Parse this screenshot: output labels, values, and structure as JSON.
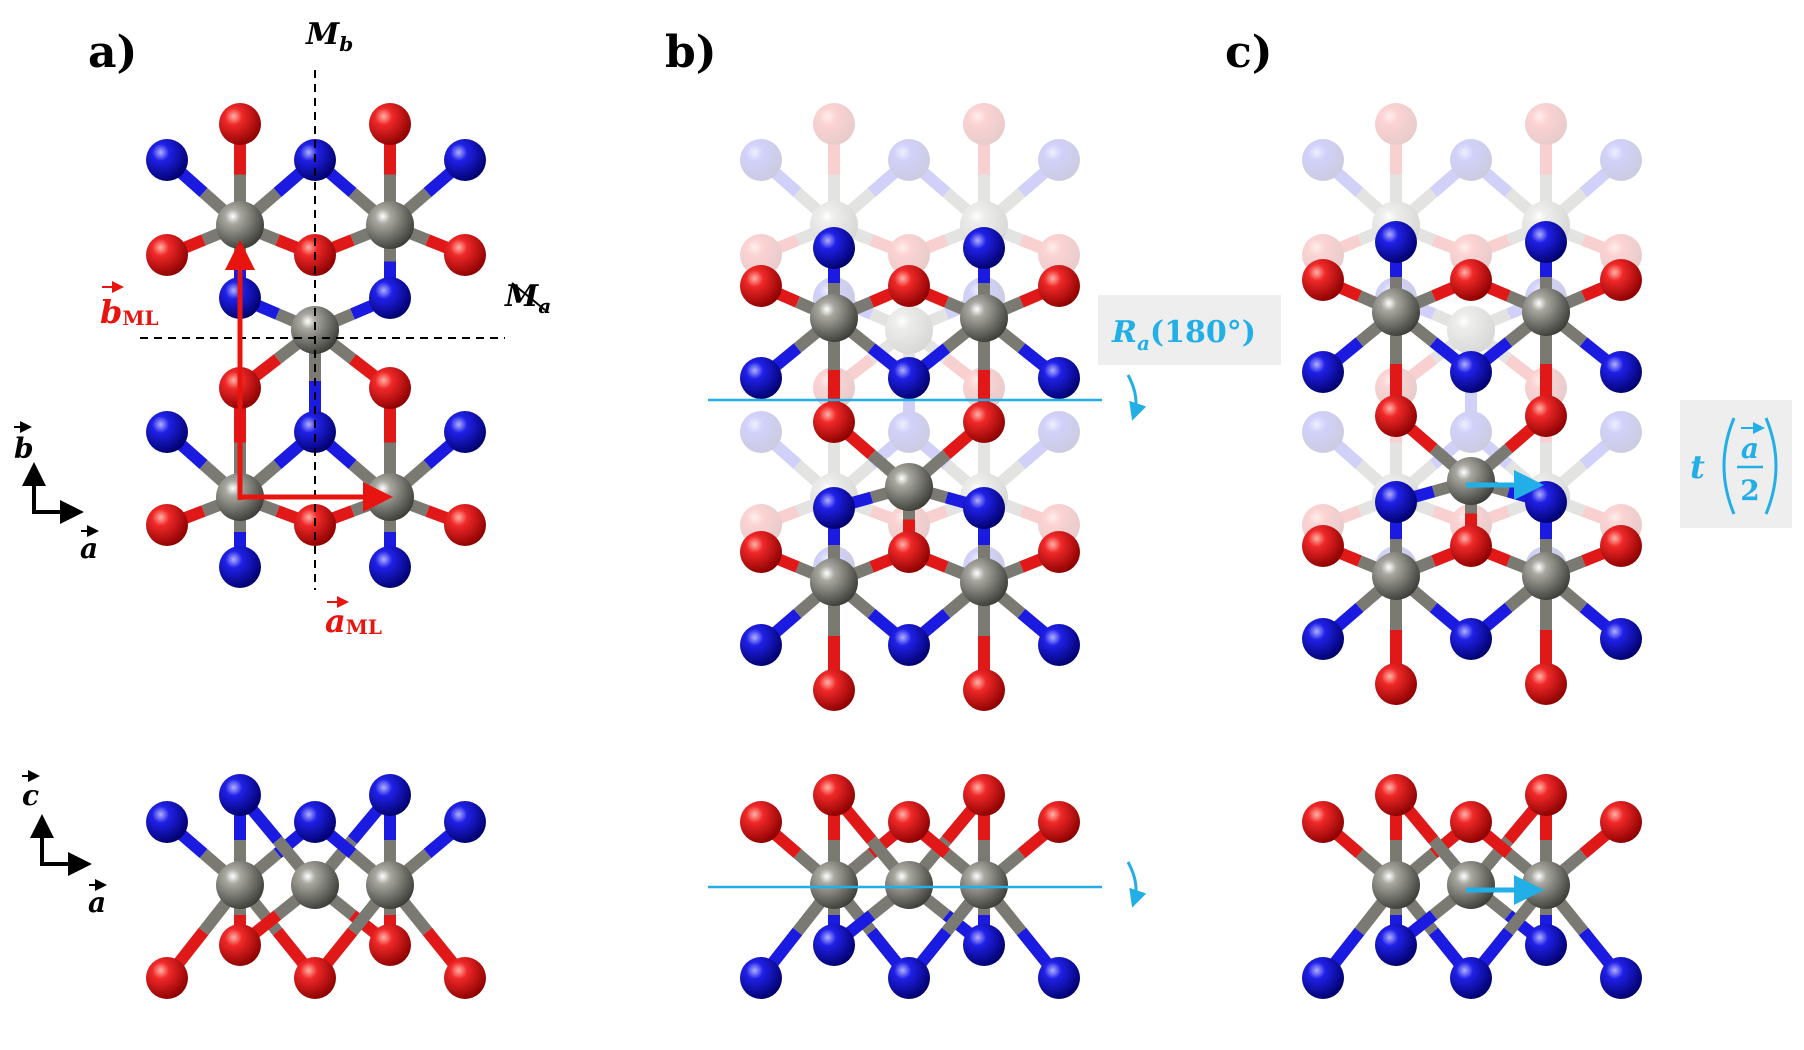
{
  "panels": {
    "a": {
      "label": "a)"
    },
    "b": {
      "label": "b)"
    },
    "c": {
      "label": "c)"
    }
  },
  "labels": {
    "mirror_b": {
      "main": "M",
      "sub": "b"
    },
    "mirror_a": {
      "main": "M",
      "sub": "a"
    },
    "lattice_b_ml": {
      "main": "b",
      "sub": "ML"
    },
    "lattice_a_ml": {
      "main": "a",
      "sub": "ML"
    },
    "axis_b": "b",
    "axis_a": "a",
    "axis_c": "c",
    "rotation": {
      "main": "R",
      "sub": "a",
      "arg": "(180°)"
    },
    "translation": {
      "main": "t",
      "num": "a",
      "den": "2"
    }
  },
  "colors": {
    "atom_o": "#e01818",
    "atom_n": "#1a1ae0",
    "atom_metal": "#7a7a72",
    "lattice_arrow": "#e8140f",
    "op_cyan": "#22aee6",
    "label_box": "#eeeeee"
  }
}
